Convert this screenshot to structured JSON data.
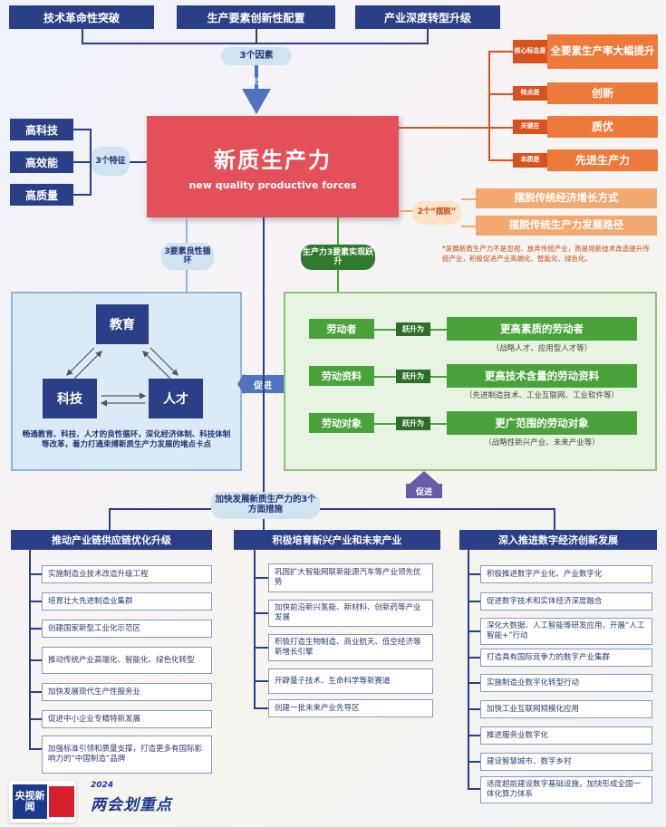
{
  "top_factors": [
    "技术革命性突破",
    "生产要素创新性配置",
    "产业深度转型升级"
  ],
  "factor_label": "3个因素",
  "cuisheng": "催生",
  "center": {
    "title": "新质生产力",
    "subtitle": "new quality productive forces"
  },
  "features": {
    "label": "3个特征",
    "items": [
      "高科技",
      "高效能",
      "高质量"
    ]
  },
  "right_items": [
    {
      "tag": "核心标志是",
      "text": "全要素生产率大幅提升"
    },
    {
      "tag": "特点是",
      "text": "创新"
    },
    {
      "tag": "关键在",
      "text": "质优"
    },
    {
      "tag": "本质是",
      "text": "先进生产力"
    }
  ],
  "baituo": {
    "label": "2个“摆脱”",
    "items": [
      "摆脱传统经济增长方式",
      "摆脱传统生产力发展路径"
    ],
    "note": "*发展新质生产力不是忽视、放弃传统产业，而是用新技术改造提升传统产业，积极促进产业高端化、智能化、绿色化。"
  },
  "cycle": {
    "label": "3要素良性循环",
    "nodes": [
      "教育",
      "科技",
      "人才"
    ],
    "desc": "畅通教育、科技、人才的良性循环，深化经济体制、科技体制等改革，着力打通束缚新质生产力发展的堵点卡点"
  },
  "cujin": "促进",
  "cujin2": "促进",
  "leap": {
    "label": "生产力3要素实现跃升",
    "tag": "跃升为",
    "rows": [
      {
        "from": "劳动者",
        "to": "更高素质的劳动者",
        "note": "（战略人才、应用型人才等）"
      },
      {
        "from": "劳动资料",
        "to": "更高技术含量的劳动资料",
        "note": "（先进制造技术、工业互联网、工业软件等）"
      },
      {
        "from": "劳动对象",
        "to": "更广范围的劳动对象",
        "note": "（战略性新兴产业、未来产业等）"
      }
    ]
  },
  "measures_label": "加快发展新质生产力的3个方面措施",
  "columns": [
    {
      "title": "推动产业链供应链优化升级",
      "items": [
        "实施制造业技术改造升级工程",
        "培育壮大先进制造业集群",
        "创建国家新型工业化示范区",
        "推动传统产业高端化、智能化、绿色化转型",
        "加快发展现代生产性服务业",
        "促进中小企业专精特新发展",
        "加强标准引领和质量支撑，打造更多有国际影响力的“中国制造”品牌"
      ]
    },
    {
      "title": "积极培育新兴产业和未来产业",
      "items": [
        "巩固扩大智能网联新能源汽车等产业领先优势",
        "加快前沿新兴氢能、新材料、创新药等产业发展",
        "积极打造生物制造、商业航天、低空经济等新增长引擎",
        "开辟量子技术、生命科学等新赛道",
        "创建一批未来产业先导区"
      ]
    },
    {
      "title": "深入推进数字经济创新发展",
      "items": [
        "积极推进数字产业化、产业数字化",
        "促进数字技术和实体经济深度融合",
        "深化大数据、人工智能等研发应用，开展“人工智能+”行动",
        "打造具有国际竞争力的数字产业集群",
        "实施制造业数字化转型行动",
        "加快工业互联网规模化应用",
        "推进服务业数字化",
        "建设智慧城市、数字乡村",
        "适度超前建设数字基础设施，加快形成全国一体化算力体系"
      ]
    }
  ],
  "logo": {
    "cctv": "央视新闻",
    "year": "2024",
    "brand": "两会划重点"
  }
}
